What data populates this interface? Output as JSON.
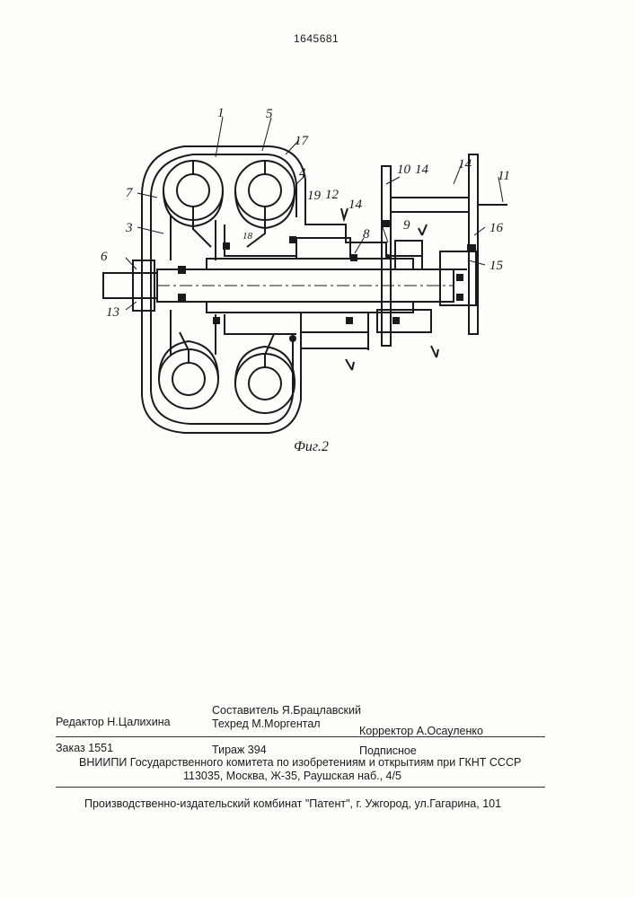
{
  "header": {
    "patent_number": "1645681"
  },
  "figure": {
    "caption": "Фиг.2",
    "callouts": [
      "1",
      "5",
      "17",
      "7",
      "3",
      "4",
      "19",
      "12",
      "14",
      "10",
      "14",
      "14",
      "11",
      "18",
      "9",
      "8",
      "16",
      "6",
      "15",
      "13"
    ]
  },
  "footer": {
    "editor": "Редактор  Н.Цалихина",
    "compiler": "Составитель  Я.Брацлавский",
    "techred": "Техред М.Моргентал",
    "corrector": "Корректор   А.Осауленко",
    "order": "Заказ  1551",
    "circulation": "Тираж 394",
    "subscription": "Подписное",
    "institute": "ВНИИПИ Государственного комитета по изобретениям и открытиям при ГКНТ СССР",
    "address": "113035, Москва, Ж-35, Раушская наб., 4/5",
    "publisher": "Производственно-издательский комбинат \"Патент\", г. Ужгород, ул.Гагарина, 101"
  }
}
